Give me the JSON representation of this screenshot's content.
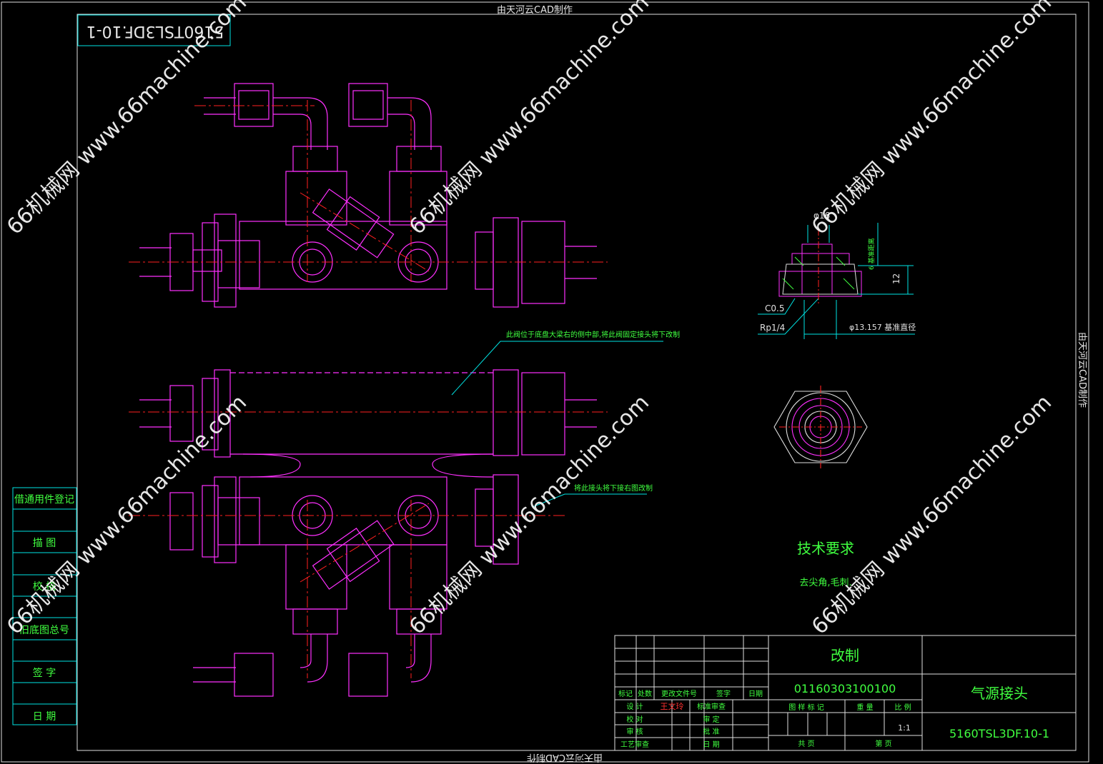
{
  "frame": {
    "top_caption": "由天河云CAD制作",
    "bottom_caption": "由天河云CAD制作",
    "right_caption": "由天河云CAD制作",
    "mirrored_code": "5160TSL3DF.10-1"
  },
  "watermark": {
    "text": "66机械网 www.66machine.com"
  },
  "left_panel": {
    "rows": [
      "借通用件登记",
      "描 图",
      "校 描",
      "旧底图总号",
      "签 字",
      "日 期"
    ]
  },
  "annotations": {
    "note_upper": "此阀位于底盘大梁右的侧中部,将此阀固定接头将下改制",
    "note_lower": "将此接头将下接右图改制"
  },
  "detail": {
    "dim_phi_top": "φ16",
    "dim_right_small": "6 基准距离",
    "dim_height": "12",
    "chamfer": "C0.5",
    "thread": "Rp1/4",
    "dim_phi_bottom": "φ13.157 基准直径"
  },
  "tech": {
    "title": "技术要求",
    "content": "去尖角,毛刺."
  },
  "title_block": {
    "modify": "改制",
    "drawing_no": "01160303100100",
    "part_name": "气源接头",
    "part_code": "5160TSL3DF.10-1",
    "rev_headers": [
      "标记",
      "处数",
      "更改文件号",
      "签字",
      "日期"
    ],
    "role_design": "设 计",
    "designer": "王文玲",
    "std_check": "标准审查",
    "role_check": "校 对",
    "review": "审 定",
    "role_audit": "审 核",
    "approve": "批 准",
    "role_process": "工艺审查",
    "date_label": "日 期",
    "stage_label": "图 样 标 记",
    "weight_label": "重 量",
    "scale_label": "比 例",
    "scale_value": "1:1",
    "total_label": "共  页",
    "page_label": "第  页"
  }
}
